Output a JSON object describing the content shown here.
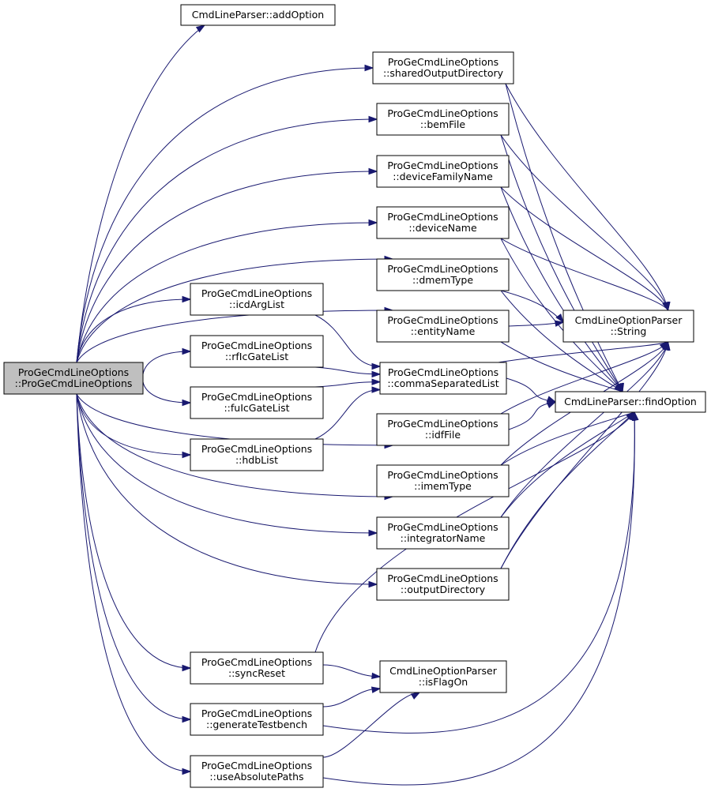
{
  "diagram": {
    "edge_color": "#191970",
    "root_fill": "#bfbfbf",
    "nodes": {
      "root": {
        "lines": [
          "ProGeCmdLineOptions",
          "::ProGeCmdLineOptions"
        ]
      },
      "addOption": {
        "lines": [
          "CmdLineParser::addOption"
        ]
      },
      "sharedOutputDirectory": {
        "lines": [
          "ProGeCmdLineOptions",
          "::sharedOutputDirectory"
        ]
      },
      "bemFile": {
        "lines": [
          "ProGeCmdLineOptions",
          "::bemFile"
        ]
      },
      "deviceFamilyName": {
        "lines": [
          "ProGeCmdLineOptions",
          "::deviceFamilyName"
        ]
      },
      "deviceName": {
        "lines": [
          "ProGeCmdLineOptions",
          "::deviceName"
        ]
      },
      "dmemType": {
        "lines": [
          "ProGeCmdLineOptions",
          "::dmemType"
        ]
      },
      "icdArgList": {
        "lines": [
          "ProGeCmdLineOptions",
          "::icdArgList"
        ]
      },
      "entityName": {
        "lines": [
          "ProGeCmdLineOptions",
          "::entityName"
        ]
      },
      "rfIcGateList": {
        "lines": [
          "ProGeCmdLineOptions",
          "::rfIcGateList"
        ]
      },
      "commaSeparatedList": {
        "lines": [
          "ProGeCmdLineOptions",
          "::commaSeparatedList"
        ]
      },
      "fuIcGateList": {
        "lines": [
          "ProGeCmdLineOptions",
          "::fuIcGateList"
        ]
      },
      "idfFile": {
        "lines": [
          "ProGeCmdLineOptions",
          "::idfFile"
        ]
      },
      "hdbList": {
        "lines": [
          "ProGeCmdLineOptions",
          "::hdbList"
        ]
      },
      "imemType": {
        "lines": [
          "ProGeCmdLineOptions",
          "::imemType"
        ]
      },
      "integratorName": {
        "lines": [
          "ProGeCmdLineOptions",
          "::integratorName"
        ]
      },
      "outputDirectory": {
        "lines": [
          "ProGeCmdLineOptions",
          "::outputDirectory"
        ]
      },
      "syncReset": {
        "lines": [
          "ProGeCmdLineOptions",
          "::syncReset"
        ]
      },
      "generateTestbench": {
        "lines": [
          "ProGeCmdLineOptions",
          "::generateTestbench"
        ]
      },
      "useAbsolutePaths": {
        "lines": [
          "ProGeCmdLineOptions",
          "::useAbsolutePaths"
        ]
      },
      "String": {
        "lines": [
          "CmdLineOptionParser",
          "::String"
        ]
      },
      "findOption": {
        "lines": [
          "CmdLineParser::findOption"
        ]
      },
      "isFlagOn": {
        "lines": [
          "CmdLineOptionParser",
          "::isFlagOn"
        ]
      }
    },
    "edges": [
      [
        "root",
        "addOption"
      ],
      [
        "root",
        "sharedOutputDirectory"
      ],
      [
        "root",
        "bemFile"
      ],
      [
        "root",
        "deviceFamilyName"
      ],
      [
        "root",
        "deviceName"
      ],
      [
        "root",
        "dmemType"
      ],
      [
        "root",
        "entityName"
      ],
      [
        "root",
        "icdArgList"
      ],
      [
        "root",
        "rfIcGateList"
      ],
      [
        "root",
        "fuIcGateList"
      ],
      [
        "root",
        "hdbList"
      ],
      [
        "root",
        "idfFile"
      ],
      [
        "root",
        "imemType"
      ],
      [
        "root",
        "integratorName"
      ],
      [
        "root",
        "outputDirectory"
      ],
      [
        "root",
        "syncReset"
      ],
      [
        "root",
        "generateTestbench"
      ],
      [
        "root",
        "useAbsolutePaths"
      ],
      [
        "sharedOutputDirectory",
        "String"
      ],
      [
        "sharedOutputDirectory",
        "findOption"
      ],
      [
        "bemFile",
        "String"
      ],
      [
        "bemFile",
        "findOption"
      ],
      [
        "deviceFamilyName",
        "String"
      ],
      [
        "deviceFamilyName",
        "findOption"
      ],
      [
        "deviceName",
        "String"
      ],
      [
        "deviceName",
        "findOption"
      ],
      [
        "dmemType",
        "String"
      ],
      [
        "dmemType",
        "findOption"
      ],
      [
        "entityName",
        "String"
      ],
      [
        "entityName",
        "findOption"
      ],
      [
        "icdArgList",
        "commaSeparatedList"
      ],
      [
        "rfIcGateList",
        "commaSeparatedList"
      ],
      [
        "fuIcGateList",
        "commaSeparatedList"
      ],
      [
        "hdbList",
        "commaSeparatedList"
      ],
      [
        "commaSeparatedList",
        "String"
      ],
      [
        "commaSeparatedList",
        "findOption"
      ],
      [
        "idfFile",
        "String"
      ],
      [
        "idfFile",
        "findOption"
      ],
      [
        "imemType",
        "String"
      ],
      [
        "imemType",
        "findOption"
      ],
      [
        "integratorName",
        "String"
      ],
      [
        "integratorName",
        "findOption"
      ],
      [
        "outputDirectory",
        "String"
      ],
      [
        "outputDirectory",
        "findOption"
      ],
      [
        "syncReset",
        "findOption"
      ],
      [
        "syncReset",
        "isFlagOn"
      ],
      [
        "generateTestbench",
        "isFlagOn"
      ],
      [
        "generateTestbench",
        "findOption"
      ],
      [
        "useAbsolutePaths",
        "isFlagOn"
      ],
      [
        "useAbsolutePaths",
        "findOption"
      ]
    ]
  }
}
